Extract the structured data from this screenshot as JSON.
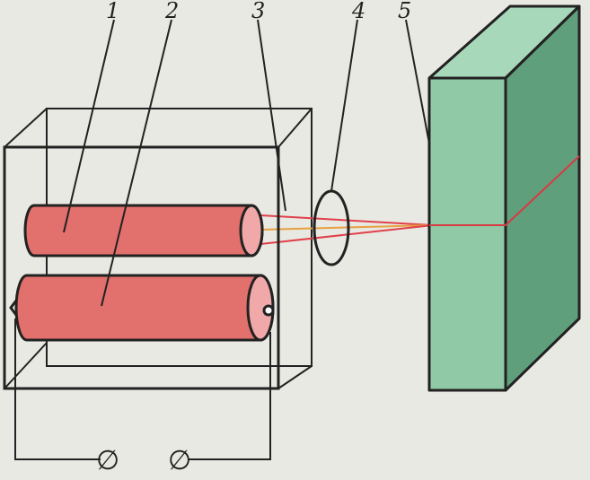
{
  "labels": {
    "l1": "1",
    "l2": "2",
    "l3": "3",
    "l4": "4",
    "l5": "5"
  },
  "terminals": {
    "t1": "∅",
    "t2": "∅"
  },
  "colors": {
    "rod": "#e2706c",
    "block_front": "#8fc9a6",
    "block_side": "#5f9f7c",
    "beam": "#e0404a",
    "ink": "#222222"
  }
}
